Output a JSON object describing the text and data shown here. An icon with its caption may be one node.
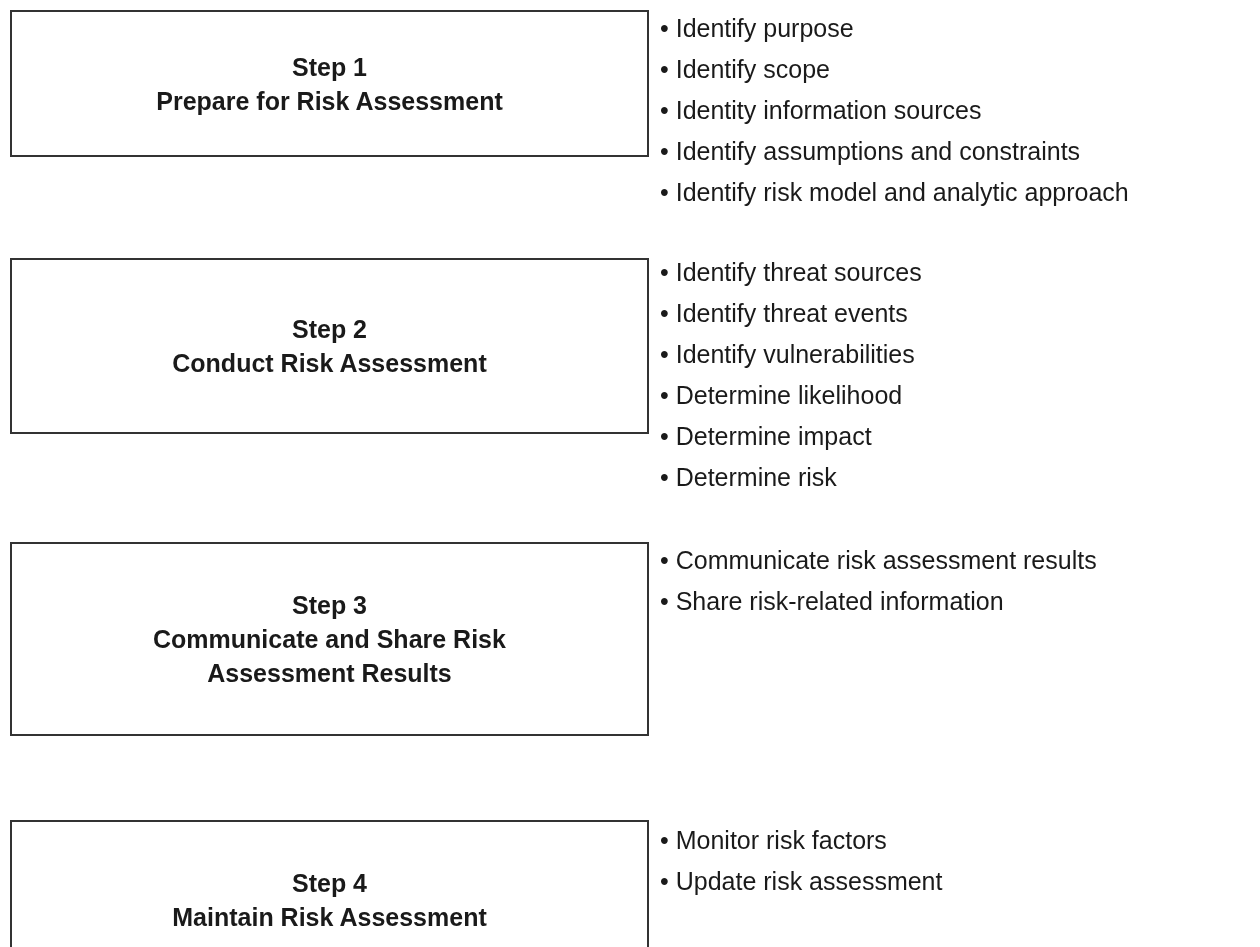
{
  "diagram": {
    "nodes": [
      {
        "text": [
          "Step 1",
          "Prepare for Risk Assessment"
        ],
        "beside": [
          "• Identify purpose",
          "• Identify scope",
          "• Identity information sources",
          "• Identify assumptions and constraints",
          "• Identify risk model and analytic approach"
        ]
      },
      {
        "text": [
          "Step 2",
          "Conduct Risk Assessment"
        ],
        "beside": [
          "• Identify threat sources",
          "• Identify threat events",
          "• Identify vulnerabilities",
          "• Determine likelihood",
          "• Determine impact",
          "• Determine risk"
        ]
      },
      {
        "text": [
          "Step 3",
          "Communicate and Share Risk Assessment Results"
        ],
        "beside": [
          "• Communicate risk assessment results",
          "• Share risk-related information"
        ]
      },
      {
        "text": [
          "Step 4",
          "Maintain Risk Assessment"
        ],
        "beside": [
          "• Monitor risk factors",
          "• Update risk assessment"
        ]
      }
    ]
  }
}
